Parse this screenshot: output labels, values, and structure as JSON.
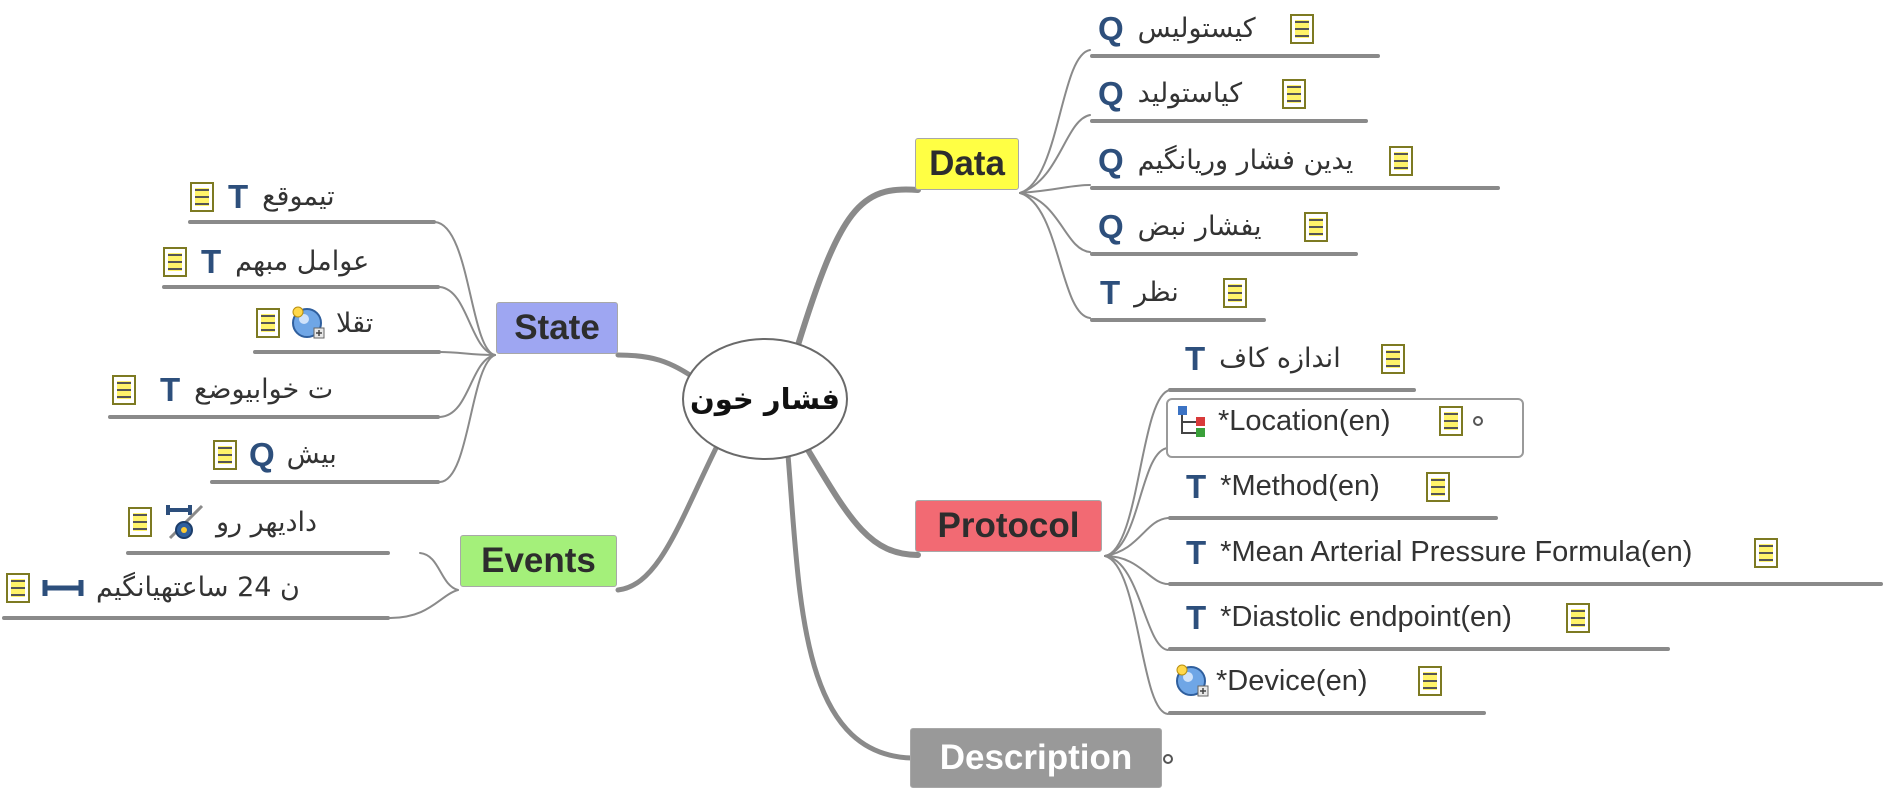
{
  "central": {
    "label": "فشار خون"
  },
  "branches": {
    "data": {
      "label": "Data",
      "color": "#ffff44"
    },
    "state": {
      "label": "State",
      "color": "#9ea6f2"
    },
    "events": {
      "label": "Events",
      "color": "#a4f07a"
    },
    "protocol": {
      "label": "Protocol",
      "color": "#f26a73"
    },
    "description": {
      "label": "Description",
      "color": "#999999"
    }
  },
  "data_items": [
    {
      "label": "کیستولیس",
      "icon": "q-icon"
    },
    {
      "label": "کیاستولید",
      "icon": "q-icon"
    },
    {
      "label": "یدین فشار وریانگیم",
      "icon": "q-icon"
    },
    {
      "label": "یفشار نبض",
      "icon": "q-icon"
    },
    {
      "label": "نظر",
      "icon": "t-icon"
    }
  ],
  "state_items": [
    {
      "label": "تیموقع",
      "icon": "t-icon"
    },
    {
      "label": "عوامل مبهم",
      "icon": "t-icon"
    },
    {
      "label": "تقلا",
      "icon": "globe-icon"
    },
    {
      "label": "ت خوابیوضع",
      "icon": "t-icon"
    },
    {
      "label": "بیش",
      "icon": "q-icon"
    }
  ],
  "event_items": [
    {
      "label": "دادیهر رو",
      "icon": "interval-event-icon"
    },
    {
      "label": "ن 24 ساعتهیانگیم",
      "icon": "interval-icon"
    }
  ],
  "protocol_items": [
    {
      "label": "اندازه کاف",
      "icon": "t-icon"
    },
    {
      "label": "*Location(en)",
      "icon": "tree-icon"
    },
    {
      "label": "*Method(en)",
      "icon": "t-icon"
    },
    {
      "label": "*Mean Arterial Pressure Formula(en)",
      "icon": "t-icon"
    },
    {
      "label": "*Diastolic endpoint(en)",
      "icon": "t-icon"
    },
    {
      "label": "*Device(en)",
      "icon": "globe-icon"
    }
  ],
  "icon_glyphs": {
    "t": "T",
    "q": "Q"
  },
  "colors": {
    "wire": "#8a8a8a",
    "icon_blue": "#2d4f7c",
    "note_yellow": "#fff36a"
  }
}
